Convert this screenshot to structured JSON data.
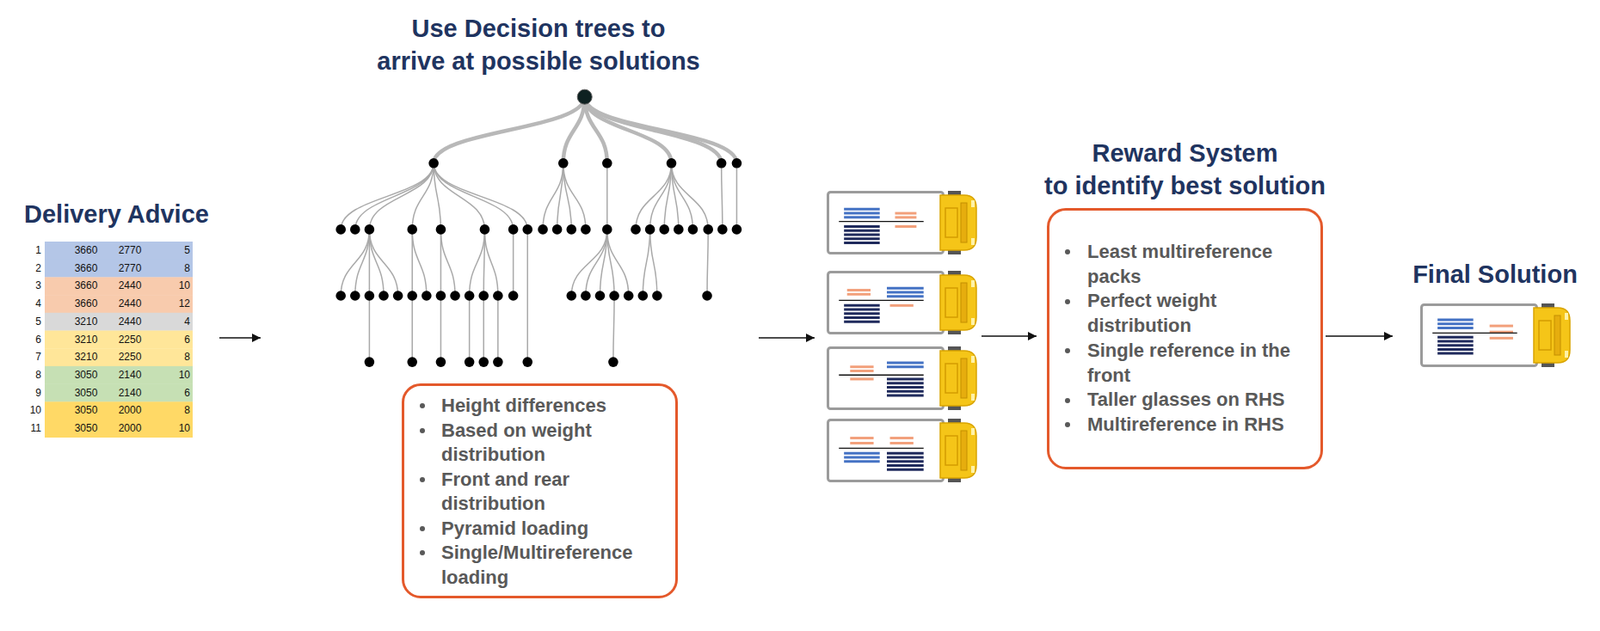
{
  "diagram": {
    "nodes": [
      {
        "text": [
          "Delivery Advice"
        ]
      },
      {
        "text": [
          "Use Decision trees to arrive at possible solutions"
        ]
      },
      {
        "text": [
          "Height differences",
          "Based on weight distribution",
          "Front and rear distribution",
          "Pyramid loading",
          "Single/Multireference loading"
        ]
      },
      {
        "text": [
          "Reward System to identify best solution",
          "Least multireference packs",
          "Perfect weight distribution",
          "Single reference in the front",
          "Taller glasses on RHS",
          "Multireference in RHS"
        ]
      },
      {
        "text": [
          "Final Solution"
        ]
      }
    ],
    "edges": [
      {
        "from": 0,
        "to": 1,
        "arrow": "to"
      },
      {
        "from": 3,
        "to": 4,
        "arrow": "to"
      }
    ],
    "labels": [
      "1",
      "3660",
      "2770",
      "5",
      "2",
      "3660",
      "2770",
      "8",
      "3",
      "3660",
      "2440",
      "10",
      "4",
      "3660",
      "2440",
      "12",
      "5",
      "3210",
      "2440",
      "4",
      "6",
      "3210",
      "2250",
      "6",
      "7",
      "3210",
      "2250",
      "8",
      "8",
      "3050",
      "2140",
      "10",
      "9",
      "3050",
      "2140",
      "6",
      "10",
      "3050",
      "2000",
      "8",
      "11",
      "3050",
      "2000",
      "10"
    ]
  }
}
